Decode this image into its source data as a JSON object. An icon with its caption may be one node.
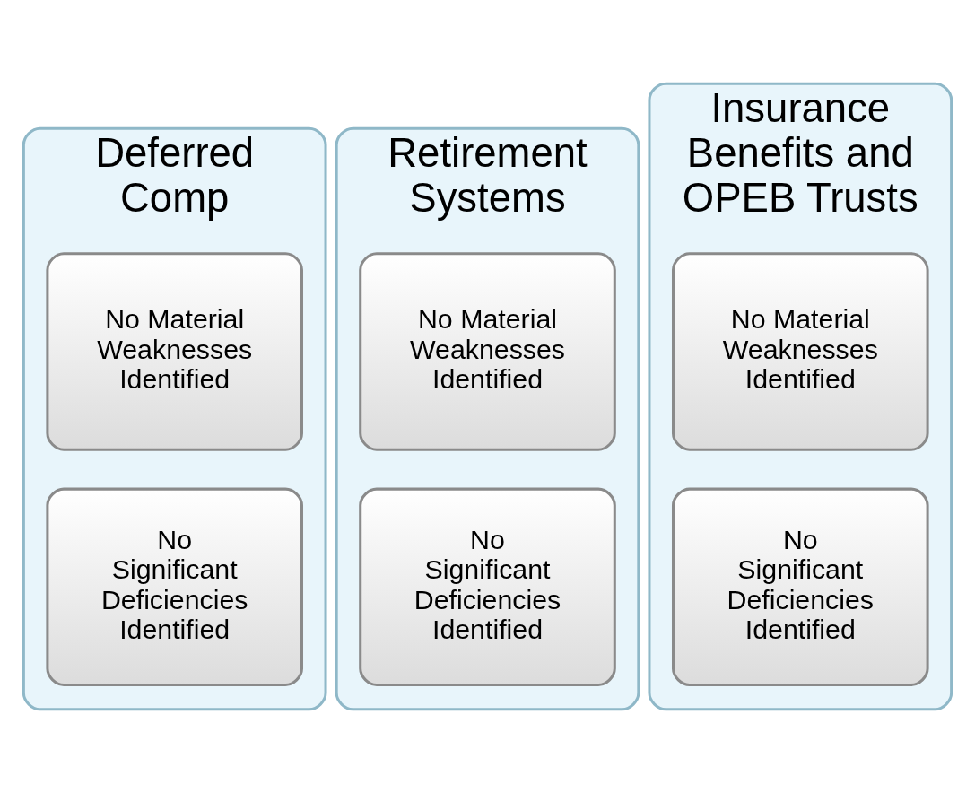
{
  "diagram": {
    "nodes": [
      {
        "text": [
          "Deferred Comp"
        ]
      },
      {
        "text": [
          "No Material Weaknesses Identified"
        ],
        "in": 0
      },
      {
        "text": [
          "No Significant Deficiencies Identified"
        ],
        "in": 0
      },
      {
        "text": [
          "Retirement Systems"
        ]
      },
      {
        "text": [
          "No Material Weaknesses Identified"
        ],
        "in": 3
      },
      {
        "text": [
          "No Significant Deficiencies Identified"
        ],
        "in": 3
      },
      {
        "text": [
          "Insurance Benefits and OPEB Trusts"
        ]
      },
      {
        "text": [
          "No Material Weaknesses Identified"
        ],
        "in": 6
      },
      {
        "text": [
          "No Significant Deficiencies Identified"
        ],
        "in": 6
      }
    ]
  }
}
